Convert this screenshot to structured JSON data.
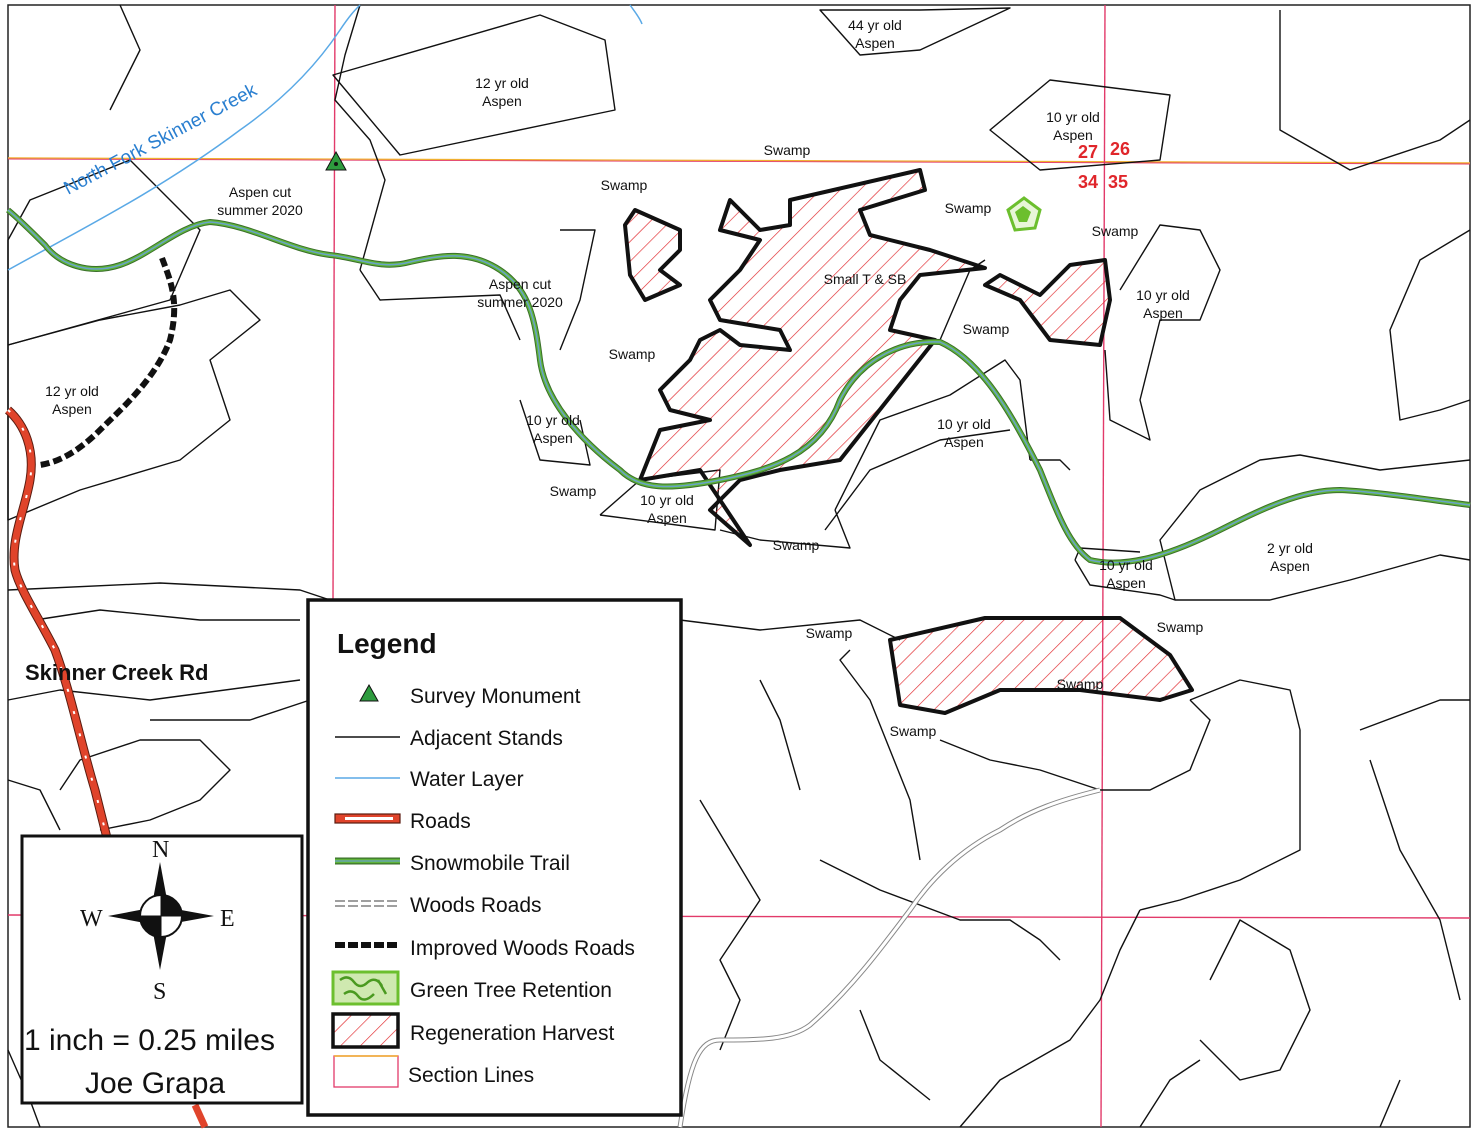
{
  "map": {
    "creek_label": "North Fork Skinner Creek",
    "road_label": "Skinner Creek Rd",
    "section_numbers": [
      "27",
      "26",
      "34",
      "35"
    ],
    "stand_labels": [
      "44 yr old Aspen",
      "12 yr old Aspen",
      "10 yr old Aspen",
      "Swamp",
      "Aspen cut summer 2020",
      "Swamp",
      "Swamp",
      "Swamp",
      "Small T & SB",
      "10 yr old Aspen",
      "Aspen cut summer 2020",
      "Swamp",
      "Swamp",
      "12 yr old Aspen",
      "10 yr old Aspen",
      "10 yr old Aspen",
      "Swamp",
      "10 yr old Aspen",
      "Swamp",
      "10 yr old Aspen",
      "2 yr old Aspen",
      "Swamp",
      "Swamp",
      "Swamp",
      "Swamp"
    ]
  },
  "legend": {
    "title": "Legend",
    "items": [
      {
        "label": "Survey Monument",
        "symbol": "survey-monument-icon"
      },
      {
        "label": "Adjacent Stands",
        "symbol": "adjacent-stands-line"
      },
      {
        "label": "Water Layer",
        "symbol": "water-layer-line"
      },
      {
        "label": "Roads",
        "symbol": "roads-line"
      },
      {
        "label": "Snowmobile Trail",
        "symbol": "snowmobile-trail-line"
      },
      {
        "label": "Woods Roads",
        "symbol": "woods-roads-line"
      },
      {
        "label": "Improved Woods Roads",
        "symbol": "improved-woods-roads-line"
      },
      {
        "label": "Green Tree Retention",
        "symbol": "green-tree-retention-swatch"
      },
      {
        "label": "Regeneration Harvest",
        "symbol": "regeneration-harvest-swatch"
      },
      {
        "label": "Section Lines",
        "symbol": "section-lines-swatch"
      }
    ]
  },
  "compass": {
    "n": "N",
    "s": "S",
    "e": "E",
    "w": "W"
  },
  "scale": {
    "text": "1 inch = 0.25 miles"
  },
  "author": {
    "text": "Joe Grapa"
  },
  "colors": {
    "water": "#5aa9e6",
    "creek_text": "#2a7fd0",
    "road_red": "#e0442b",
    "trail_green": "#5fb33a",
    "trail_blue": "#6aa3c8",
    "harvest_hatch": "#e0262b",
    "section_red": "#e23a6a",
    "section_orange": "#f0b030",
    "retention_green": "#6cbf2e",
    "monument_green": "#2e9b3e"
  }
}
